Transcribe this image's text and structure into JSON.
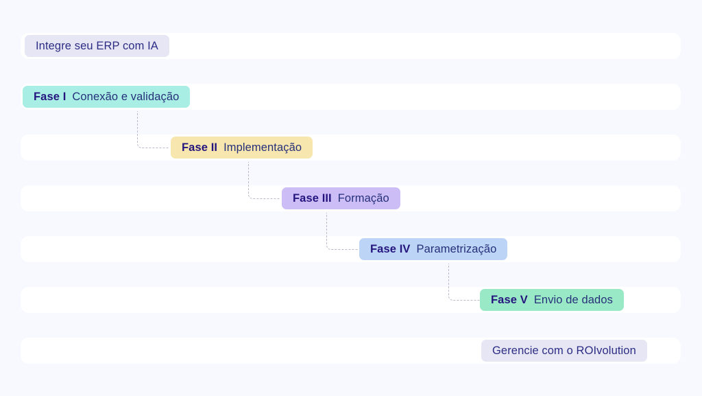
{
  "page": {
    "background_color": "#f7f9fe",
    "row_color": "#ffffff"
  },
  "header": {
    "title": "Integre seu ERP com IA",
    "pill_color": "#e6e6f4"
  },
  "footer": {
    "title": "Gerencie com o ROIvolution",
    "pill_color": "#e6e6f4"
  },
  "phases": [
    {
      "phase": "Fase I",
      "label": "Conexão e validação",
      "pill_color": "#a8eee4"
    },
    {
      "phase": "Fase II",
      "label": "Implementação",
      "pill_color": "#f7e6ae"
    },
    {
      "phase": "Fase III",
      "label": "Formação",
      "pill_color": "#cdbdf7"
    },
    {
      "phase": "Fase IV",
      "label": "Parametrização",
      "pill_color": "#bcd4f5"
    },
    {
      "phase": "Fase V",
      "label": "Envio de dados",
      "pill_color": "#9ae9c6"
    }
  ],
  "connectors": {
    "style": "dashed-elbow",
    "color": "#b9b9c9",
    "count": 4
  },
  "text_colors": {
    "phase": "#25157e",
    "label": "#26307a"
  }
}
